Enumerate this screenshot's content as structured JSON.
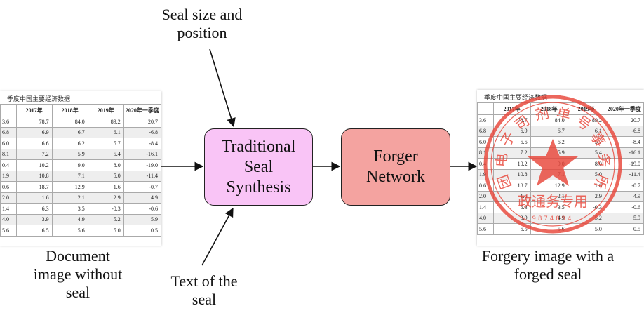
{
  "labels": {
    "seal_size": "Seal size and position",
    "seal_text": "Text of the seal",
    "doc_without": "Document image without seal",
    "forgery": "Forgery image with a forged seal"
  },
  "boxes": {
    "traditional": "Traditional Seal Synthesis",
    "forger": "Forger Network"
  },
  "document": {
    "title": "季度中国主要经济数据",
    "headers": [
      "",
      "2017年",
      "2018年",
      "2019年",
      "2020年一季度"
    ],
    "rows": [
      [
        "3.6",
        "78.7",
        "84.0",
        "89.2",
        "20.7"
      ],
      [
        "6.8",
        "6.9",
        "6.7",
        "6.1",
        "-6.8"
      ],
      [
        "6.0",
        "6.6",
        "6.2",
        "5.7",
        "-8.4"
      ],
      [
        "8.1",
        "7.2",
        "5.9",
        "5.4",
        "-16.1"
      ],
      [
        "0.4",
        "10.2",
        "9.0",
        "8.0",
        "-19.0"
      ],
      [
        "1.9",
        "10.8",
        "7.1",
        "5.0",
        "-11.4"
      ],
      [
        "0.6",
        "18.7",
        "12.9",
        "1.6",
        "-0.7"
      ],
      [
        "2.0",
        "1.6",
        "2.1",
        "2.9",
        "4.9"
      ],
      [
        "1.4",
        "6.3",
        "3.5",
        "-0.3",
        "-0.6"
      ],
      [
        "4.0",
        "3.9",
        "4.9",
        "5.2",
        "5.9"
      ],
      [
        "5.6",
        "6.5",
        "5.6",
        "5.0",
        "0.5"
      ]
    ]
  },
  "seal": {
    "ring_text": "团电子司剂单号事务所",
    "bottom_text": "政通务专用",
    "number": "9874894",
    "color": "#e8463a"
  },
  "colors": {
    "traditional_fill": "#f9c4f6",
    "forger_fill": "#f4a3a0",
    "arrow": "#111111"
  }
}
